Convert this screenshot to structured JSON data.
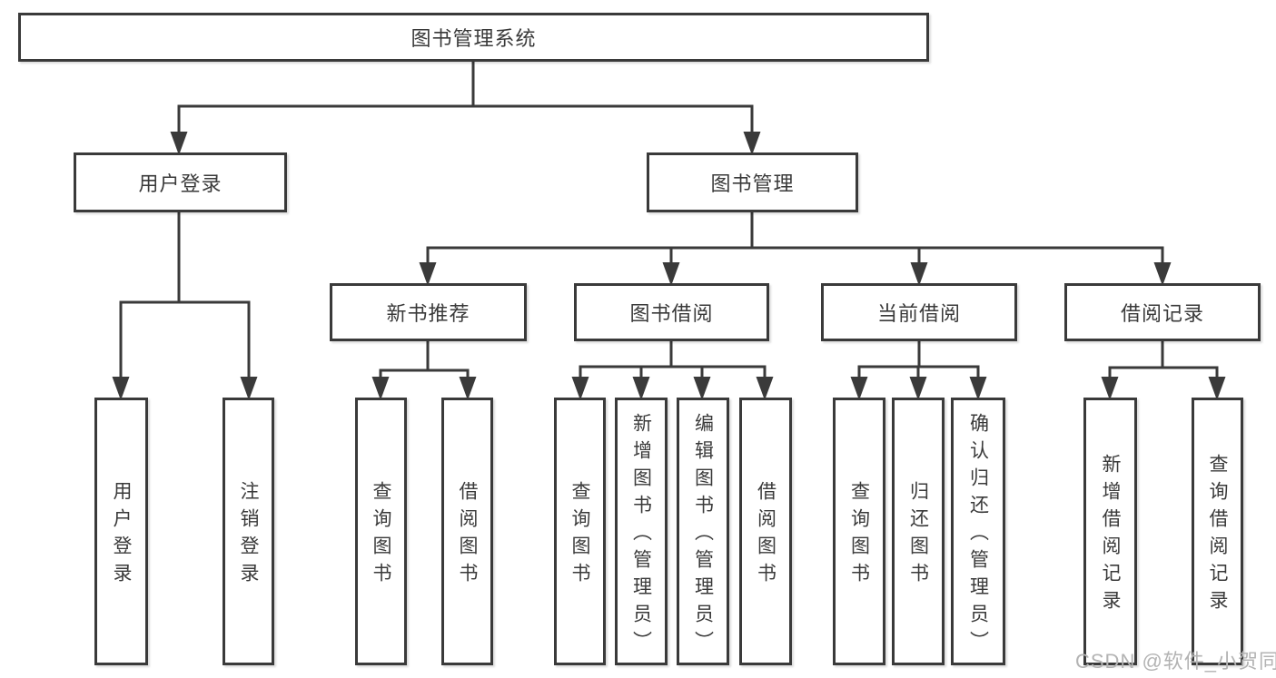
{
  "tree": {
    "label": "图书管理系统",
    "children": [
      {
        "label": "用户登录",
        "children": [
          {
            "label": "用户登录"
          },
          {
            "label": "注销登录"
          }
        ]
      },
      {
        "label": "图书管理",
        "children": [
          {
            "label": "新书推荐",
            "children": [
              {
                "label": "查询图书"
              },
              {
                "label": "借阅图书"
              }
            ]
          },
          {
            "label": "图书借阅",
            "children": [
              {
                "label": "查询图书"
              },
              {
                "label": "新增图书（管理员）"
              },
              {
                "label": "编辑图书（管理员）"
              },
              {
                "label": "借阅图书"
              }
            ]
          },
          {
            "label": "当前借阅",
            "children": [
              {
                "label": "查询图书"
              },
              {
                "label": "归还图书"
              },
              {
                "label": "确认归还（管理员）"
              }
            ]
          },
          {
            "label": "借阅记录",
            "children": [
              {
                "label": "新增借阅记录"
              },
              {
                "label": "查询借阅记录"
              }
            ]
          }
        ]
      }
    ]
  },
  "watermark": {
    "text": "CSDN @软件_小贺同学"
  },
  "colors": {
    "line": "#3a3a3a",
    "text": "#3a3a3a",
    "bg": "#ffffff",
    "watermark": "#b3b3b3"
  }
}
